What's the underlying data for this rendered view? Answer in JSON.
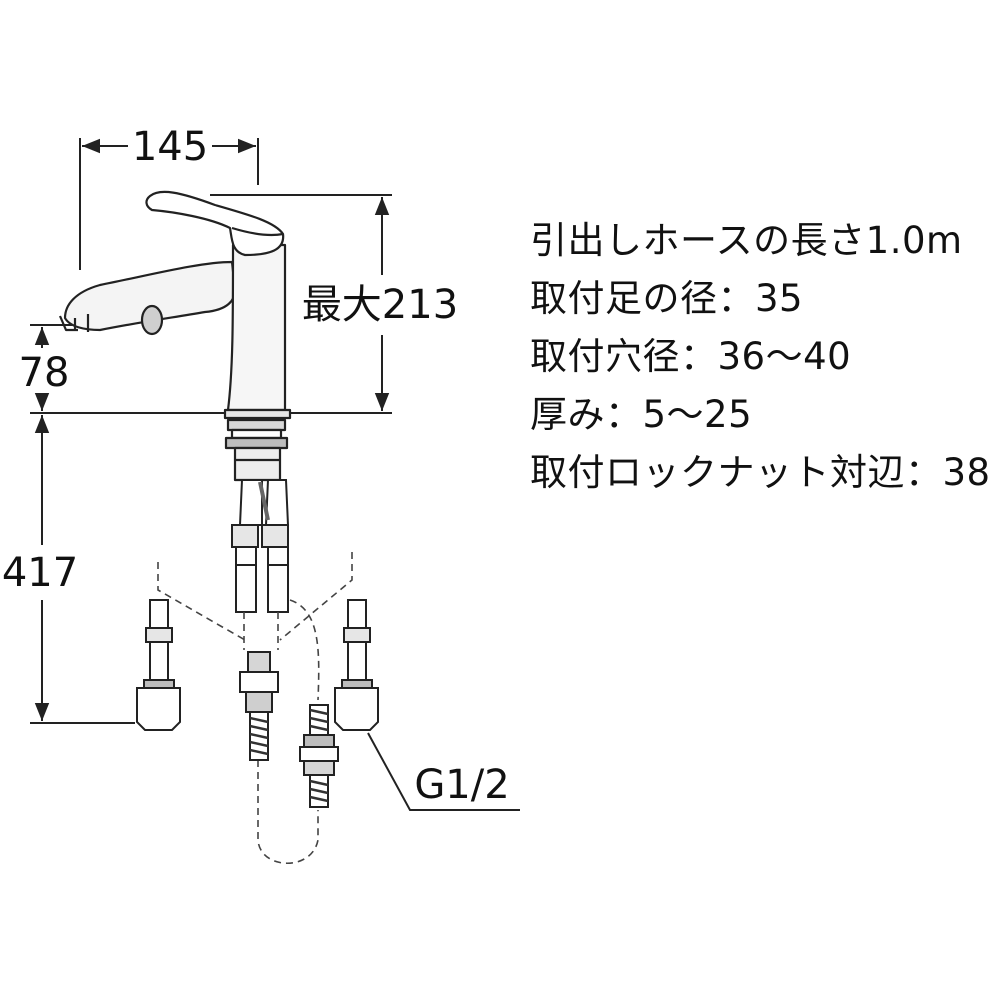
{
  "dimensions": {
    "width_top": "145",
    "max_height": "最大213",
    "spout_height": "78",
    "hose_depth": "417",
    "thread": "G1/2"
  },
  "specs": [
    "引出しホースの長さ1.0m",
    "取付足の径：35",
    "取付穴径：36〜40",
    "厚み：5〜25",
    "取付ロックナット対辺：38"
  ],
  "colors": {
    "line": "#222222",
    "fill_light": "#ffffff",
    "fill_mid": "#e6e6e6",
    "fill_dark": "#bdbdbd"
  }
}
